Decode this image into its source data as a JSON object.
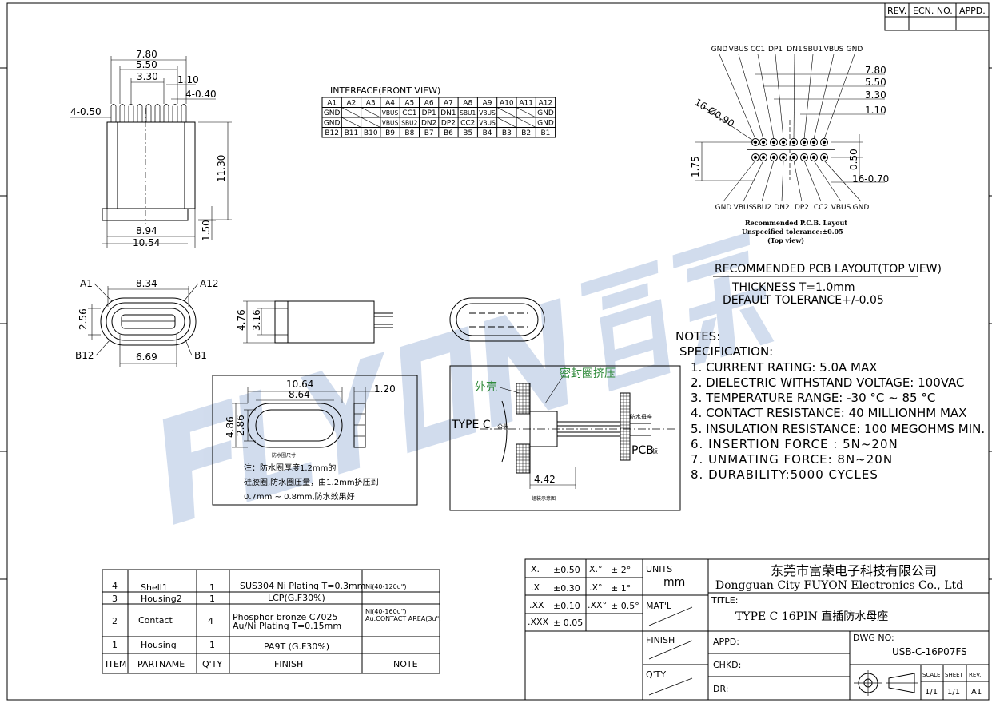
{
  "revision_box": {
    "rev": "REV.",
    "ecn": "ECN. NO.",
    "appd": "APPD."
  },
  "top_view": {
    "dims": [
      "7.80",
      "5.50",
      "3.30",
      "1.10",
      "4-0.50",
      "4-0.40",
      "11.30",
      "8.94",
      "10.54",
      "1.50"
    ]
  },
  "interface": {
    "title": "INTERFACE(FRONT VIEW)",
    "rows": [
      [
        "A1",
        "A2",
        "A3",
        "A4",
        "A5",
        "A6",
        "A7",
        "A8",
        "A9",
        "A10",
        "A11",
        "A12"
      ],
      [
        "GND",
        "",
        "",
        "VBUS",
        "CC1",
        "DP1",
        "DN1",
        "SBU1",
        "VBUS",
        "",
        "",
        "GND"
      ],
      [
        "GND",
        "",
        "",
        "VBUS",
        "SBU2",
        "DN2",
        "DP2",
        "CC2",
        "VBUS",
        "",
        "",
        "GND"
      ],
      [
        "B12",
        "B11",
        "B10",
        "B9",
        "B8",
        "B7",
        "B6",
        "B5",
        "B4",
        "B3",
        "B2",
        "B1"
      ]
    ]
  },
  "pcb_layout": {
    "top_labels": [
      "GND",
      "VBUS",
      "CC1",
      "DP1",
      "DN1",
      "SBU1",
      "VBUS",
      "GND"
    ],
    "bottom_labels": [
      "GND",
      "VBUS",
      "SBU2",
      "DN2",
      "DP2",
      "CC2",
      "VBUS",
      "GND"
    ],
    "dims": [
      "7.80",
      "5.50",
      "3.30",
      "1.10",
      "16-Ø0.90",
      "1.75",
      "0.50",
      "16-0.70"
    ],
    "note1": "Recommended P.C.B. Layout",
    "note2": "Unspecified tolerance:±0.05",
    "note3": "(Top view)",
    "heading": "RECOMMENDED PCB LAYOUT(TOP VIEW)",
    "thickness": "THICKNESS T=1.0mm",
    "tolerance": "DEFAULT TOLERANCE+/-0.05"
  },
  "front_view": {
    "dims": [
      "8.34",
      "2.56",
      "6.69"
    ],
    "labels": [
      "A1",
      "A12",
      "B12",
      "B1"
    ]
  },
  "side_view": {
    "dims": [
      "4.76",
      "3.16"
    ]
  },
  "seal_view": {
    "dims": [
      "10.64",
      "8.64",
      "1.20",
      "4.86",
      "2.86"
    ],
    "caption": "防水圈尺寸",
    "note1": "注：防水圈厚度1.2mm的",
    "note2": "硅胶圈,防水圈压量，由1.2mm挤压到",
    "note3": "0.7mm ~ 0.8mm,防水效果好"
  },
  "assembly_view": {
    "label_shell": "外壳",
    "label_seal": "密封圈挤压",
    "label_typec": "TYPE C",
    "label_socket": "公头",
    "label_female": "防水母座",
    "label_pcb": "PCB",
    "label_board": "板",
    "dim": "4.42",
    "caption": "组装示意图"
  },
  "notes": {
    "heading": "NOTES:",
    "sub": "SPECIFICATION:",
    "items": [
      "1. CURRENT RATING: 5.0A MAX",
      "2. DIELECTRIC WITHSTAND VOLTAGE: 100VAC",
      "3. TEMPERATURE RANGE: -30 °C ~ 85 °C",
      "4. CONTACT RESISTANCE: 40 MILLIONHM MAX",
      "5. INSULATION RESISTANCE: 100 MEGOHMS MIN.",
      "6. INSERTION FORCE : 5N~20N",
      "7. UNMATING FORCE: 8N~20N",
      "8. DURABILITY:5000 CYCLES"
    ]
  },
  "bom": {
    "rows": [
      [
        "4",
        "Shell1",
        "1",
        "SUS304 Ni Plating T=0.3mm",
        "Ni(40-120u\")"
      ],
      [
        "3",
        "Housing2",
        "1",
        "LCP(G.F30%)",
        ""
      ],
      [
        "2",
        "Contact",
        "4",
        "Phosphor bronze C7025|Au/Ni Plating T=0.15mm",
        "Ni(40-160u\")|Au:CONTACT AREA(3u\","
      ],
      [
        "1",
        "Housing",
        "1",
        "PA9T (G.F30%)",
        ""
      ]
    ],
    "header": [
      "ITEM",
      "PARTNAME",
      "Q'TY",
      "FINISH",
      "NOTE"
    ]
  },
  "title_block": {
    "tol": [
      [
        "X.",
        "±0.50",
        "X.°",
        "± 2°"
      ],
      [
        ".X",
        "±0.30",
        ".X°",
        "± 1°"
      ],
      [
        ".XX",
        "±0.10",
        ".XX°",
        "± 0.5°"
      ],
      [
        ".XXX",
        "± 0.05",
        "",
        ""
      ]
    ],
    "units_label": "UNITS",
    "units_value": "mm",
    "matl_label": "MAT'L",
    "finish_label": "FINISH",
    "qty_label": "Q'TY",
    "company_cn": "东莞市富荣电子科技有限公司",
    "company_en": "Dongguan City FUYON Electronics Co., Ltd",
    "title_label": "TITLE:",
    "title_value": "TYPE C 16PIN 直插防水母座",
    "appd_label": "APPD:",
    "chkd_label": "CHKD:",
    "dr_label": "DR:",
    "dwg_label": "DWG NO:",
    "dwg_value": "USB-C-16P07FS",
    "scale_label": "SCALE",
    "sheet_label": "SHEET",
    "rev_label": "REV.",
    "scale_value": "1/1",
    "sheet_value": "1/1",
    "rev_value": "A1"
  },
  "watermark": "FUYON富荣",
  "colors": {
    "watermark": "#c9d6ea",
    "line": "#000000",
    "green_label": "#2f8a3a"
  }
}
